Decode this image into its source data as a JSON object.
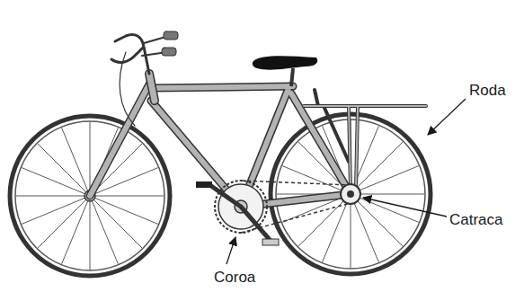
{
  "diagram": {
    "labels": [
      "Roda",
      "Catraca",
      "Coroa"
    ]
  }
}
